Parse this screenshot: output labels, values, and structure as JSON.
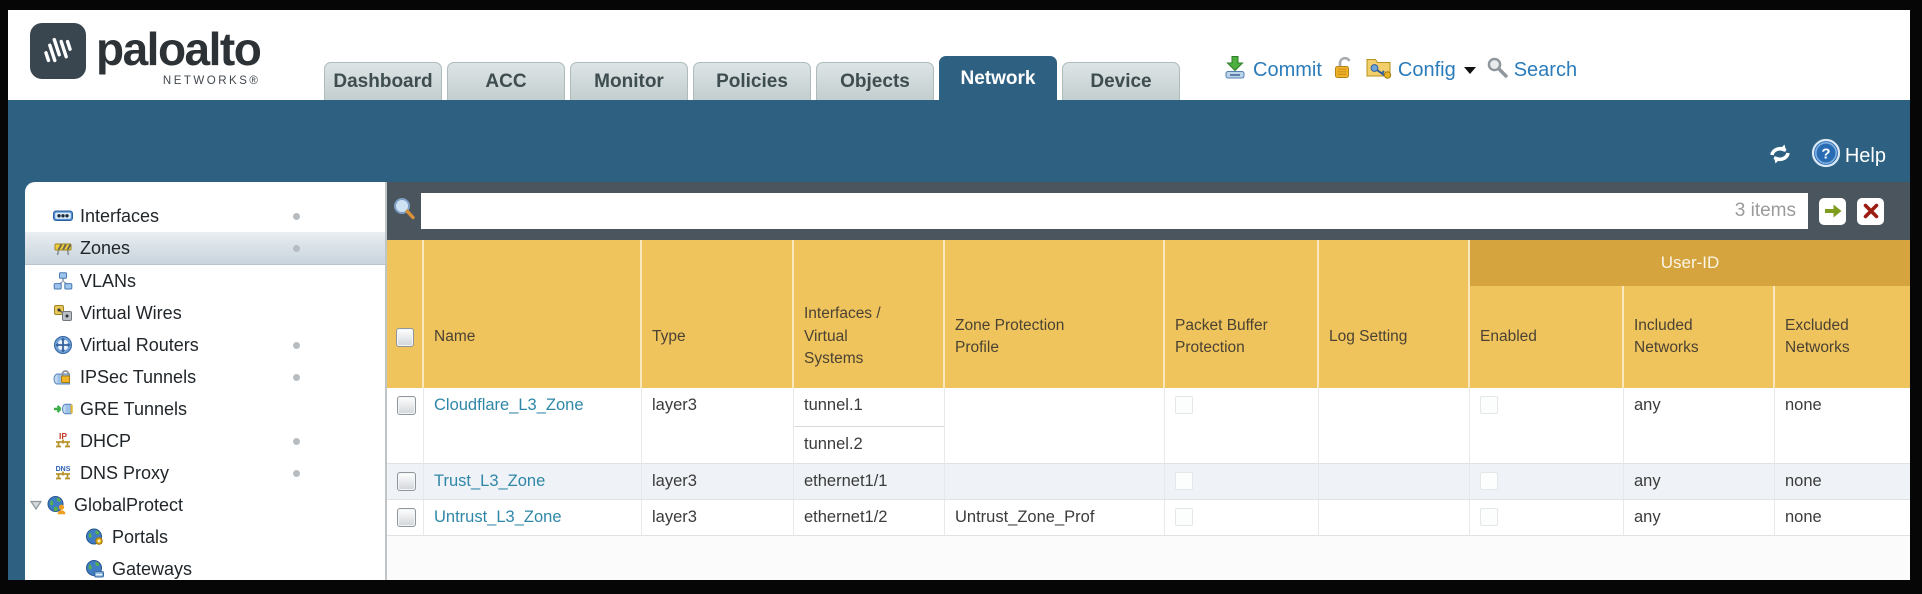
{
  "brand": {
    "wordmark": "paloalto",
    "sub_wordmark": "NETWORKS®",
    "logo_icon": "paloalto-logo-icon"
  },
  "nav_tabs": [
    {
      "label": "Dashboard",
      "active": false
    },
    {
      "label": "ACC",
      "active": false
    },
    {
      "label": "Monitor",
      "active": false
    },
    {
      "label": "Policies",
      "active": false
    },
    {
      "label": "Objects",
      "active": false
    },
    {
      "label": "Network",
      "active": true
    },
    {
      "label": "Device",
      "active": false
    }
  ],
  "top_actions": {
    "commit_label": "Commit",
    "commit_icon": "commit-icon",
    "lock_icon": "lock-icon",
    "config_label": "Config",
    "config_icon": "config-icon",
    "search_label": "Search",
    "search_icon": "search-icon"
  },
  "toolbar": {
    "refresh_icon": "refresh-icon",
    "help_icon": "help-icon",
    "help_label": "Help"
  },
  "sidebar": {
    "items": [
      {
        "label": "Interfaces",
        "icon": "interfaces-icon",
        "dot": true,
        "selected": false
      },
      {
        "label": "Zones",
        "icon": "zones-icon",
        "dot": true,
        "selected": true
      },
      {
        "label": "VLANs",
        "icon": "vlans-icon",
        "dot": false,
        "selected": false
      },
      {
        "label": "Virtual Wires",
        "icon": "virtual-wires-icon",
        "dot": false,
        "selected": false
      },
      {
        "label": "Virtual Routers",
        "icon": "virtual-routers-icon",
        "dot": true,
        "selected": false
      },
      {
        "label": "IPSec Tunnels",
        "icon": "ipsec-tunnels-icon",
        "dot": true,
        "selected": false
      },
      {
        "label": "GRE Tunnels",
        "icon": "gre-tunnels-icon",
        "dot": false,
        "selected": false
      },
      {
        "label": "DHCP",
        "icon": "dhcp-icon",
        "dot": true,
        "selected": false
      },
      {
        "label": "DNS Proxy",
        "icon": "dns-proxy-icon",
        "dot": true,
        "selected": false
      },
      {
        "label": "GlobalProtect",
        "icon": "globalprotect-icon",
        "dot": false,
        "selected": false,
        "expanded": true
      },
      {
        "label": "Portals",
        "icon": "portals-icon",
        "dot": false,
        "selected": false,
        "child": true
      },
      {
        "label": "Gateways",
        "icon": "gateways-icon",
        "dot": false,
        "selected": false,
        "child": true
      }
    ]
  },
  "filter_bar": {
    "query_value": "",
    "items_count": "3 items",
    "magnifier_icon": "filter-magnifier-icon",
    "apply_icon": "apply-filter-icon",
    "clear_icon": "clear-filter-icon"
  },
  "table": {
    "group_header": "User-ID",
    "columns": [
      "Name",
      "Type",
      "Interfaces / Virtual Systems",
      "Zone Protection Profile",
      "Packet Buffer Protection",
      "Log Setting",
      "Enabled",
      "Included Networks",
      "Excluded Networks"
    ],
    "rows": [
      {
        "name": "Cloudflare_L3_Zone",
        "type": "layer3",
        "interfaces": [
          "tunnel.1",
          "tunnel.2"
        ],
        "zone_protection_profile": "",
        "packet_buffer_protection": false,
        "log_setting": "",
        "user_id_enabled": false,
        "included_networks": "any",
        "excluded_networks": "none"
      },
      {
        "name": "Trust_L3_Zone",
        "type": "layer3",
        "interfaces": [
          "ethernet1/1"
        ],
        "zone_protection_profile": "",
        "packet_buffer_protection": false,
        "log_setting": "",
        "user_id_enabled": false,
        "included_networks": "any",
        "excluded_networks": "none"
      },
      {
        "name": "Untrust_L3_Zone",
        "type": "layer3",
        "interfaces": [
          "ethernet1/2"
        ],
        "zone_protection_profile": "Untrust_Zone_Prof",
        "packet_buffer_protection": false,
        "log_setting": "",
        "user_id_enabled": false,
        "included_networks": "any",
        "excluded_networks": "none"
      }
    ]
  },
  "colors": {
    "header_teal": "#2e6181",
    "table_header_orange": "#efc45c",
    "user_id_band_orange": "#d5a43e",
    "filter_bar_slate": "#4a555d",
    "link_blue": "#2f87a8",
    "action_blue": "#2b7cba"
  }
}
